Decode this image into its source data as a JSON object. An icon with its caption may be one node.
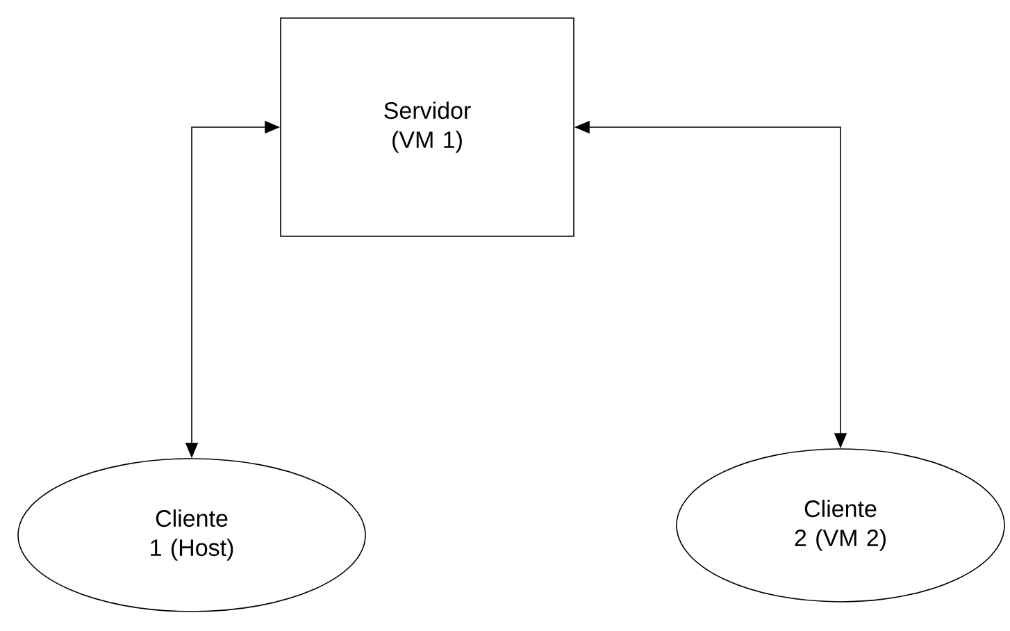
{
  "diagram": {
    "nodes": [
      {
        "text": [
          "Servidor (VM 1)"
        ]
      },
      {
        "text": [
          "Cliente 1 (Host)"
        ]
      },
      {
        "text": [
          "Cliente 2 (VM 2)"
        ]
      }
    ],
    "edges": [
      {
        "from": 0,
        "to": 1,
        "arrow": "both"
      },
      {
        "from": 0,
        "to": 2,
        "arrow": "both"
      }
    ]
  }
}
